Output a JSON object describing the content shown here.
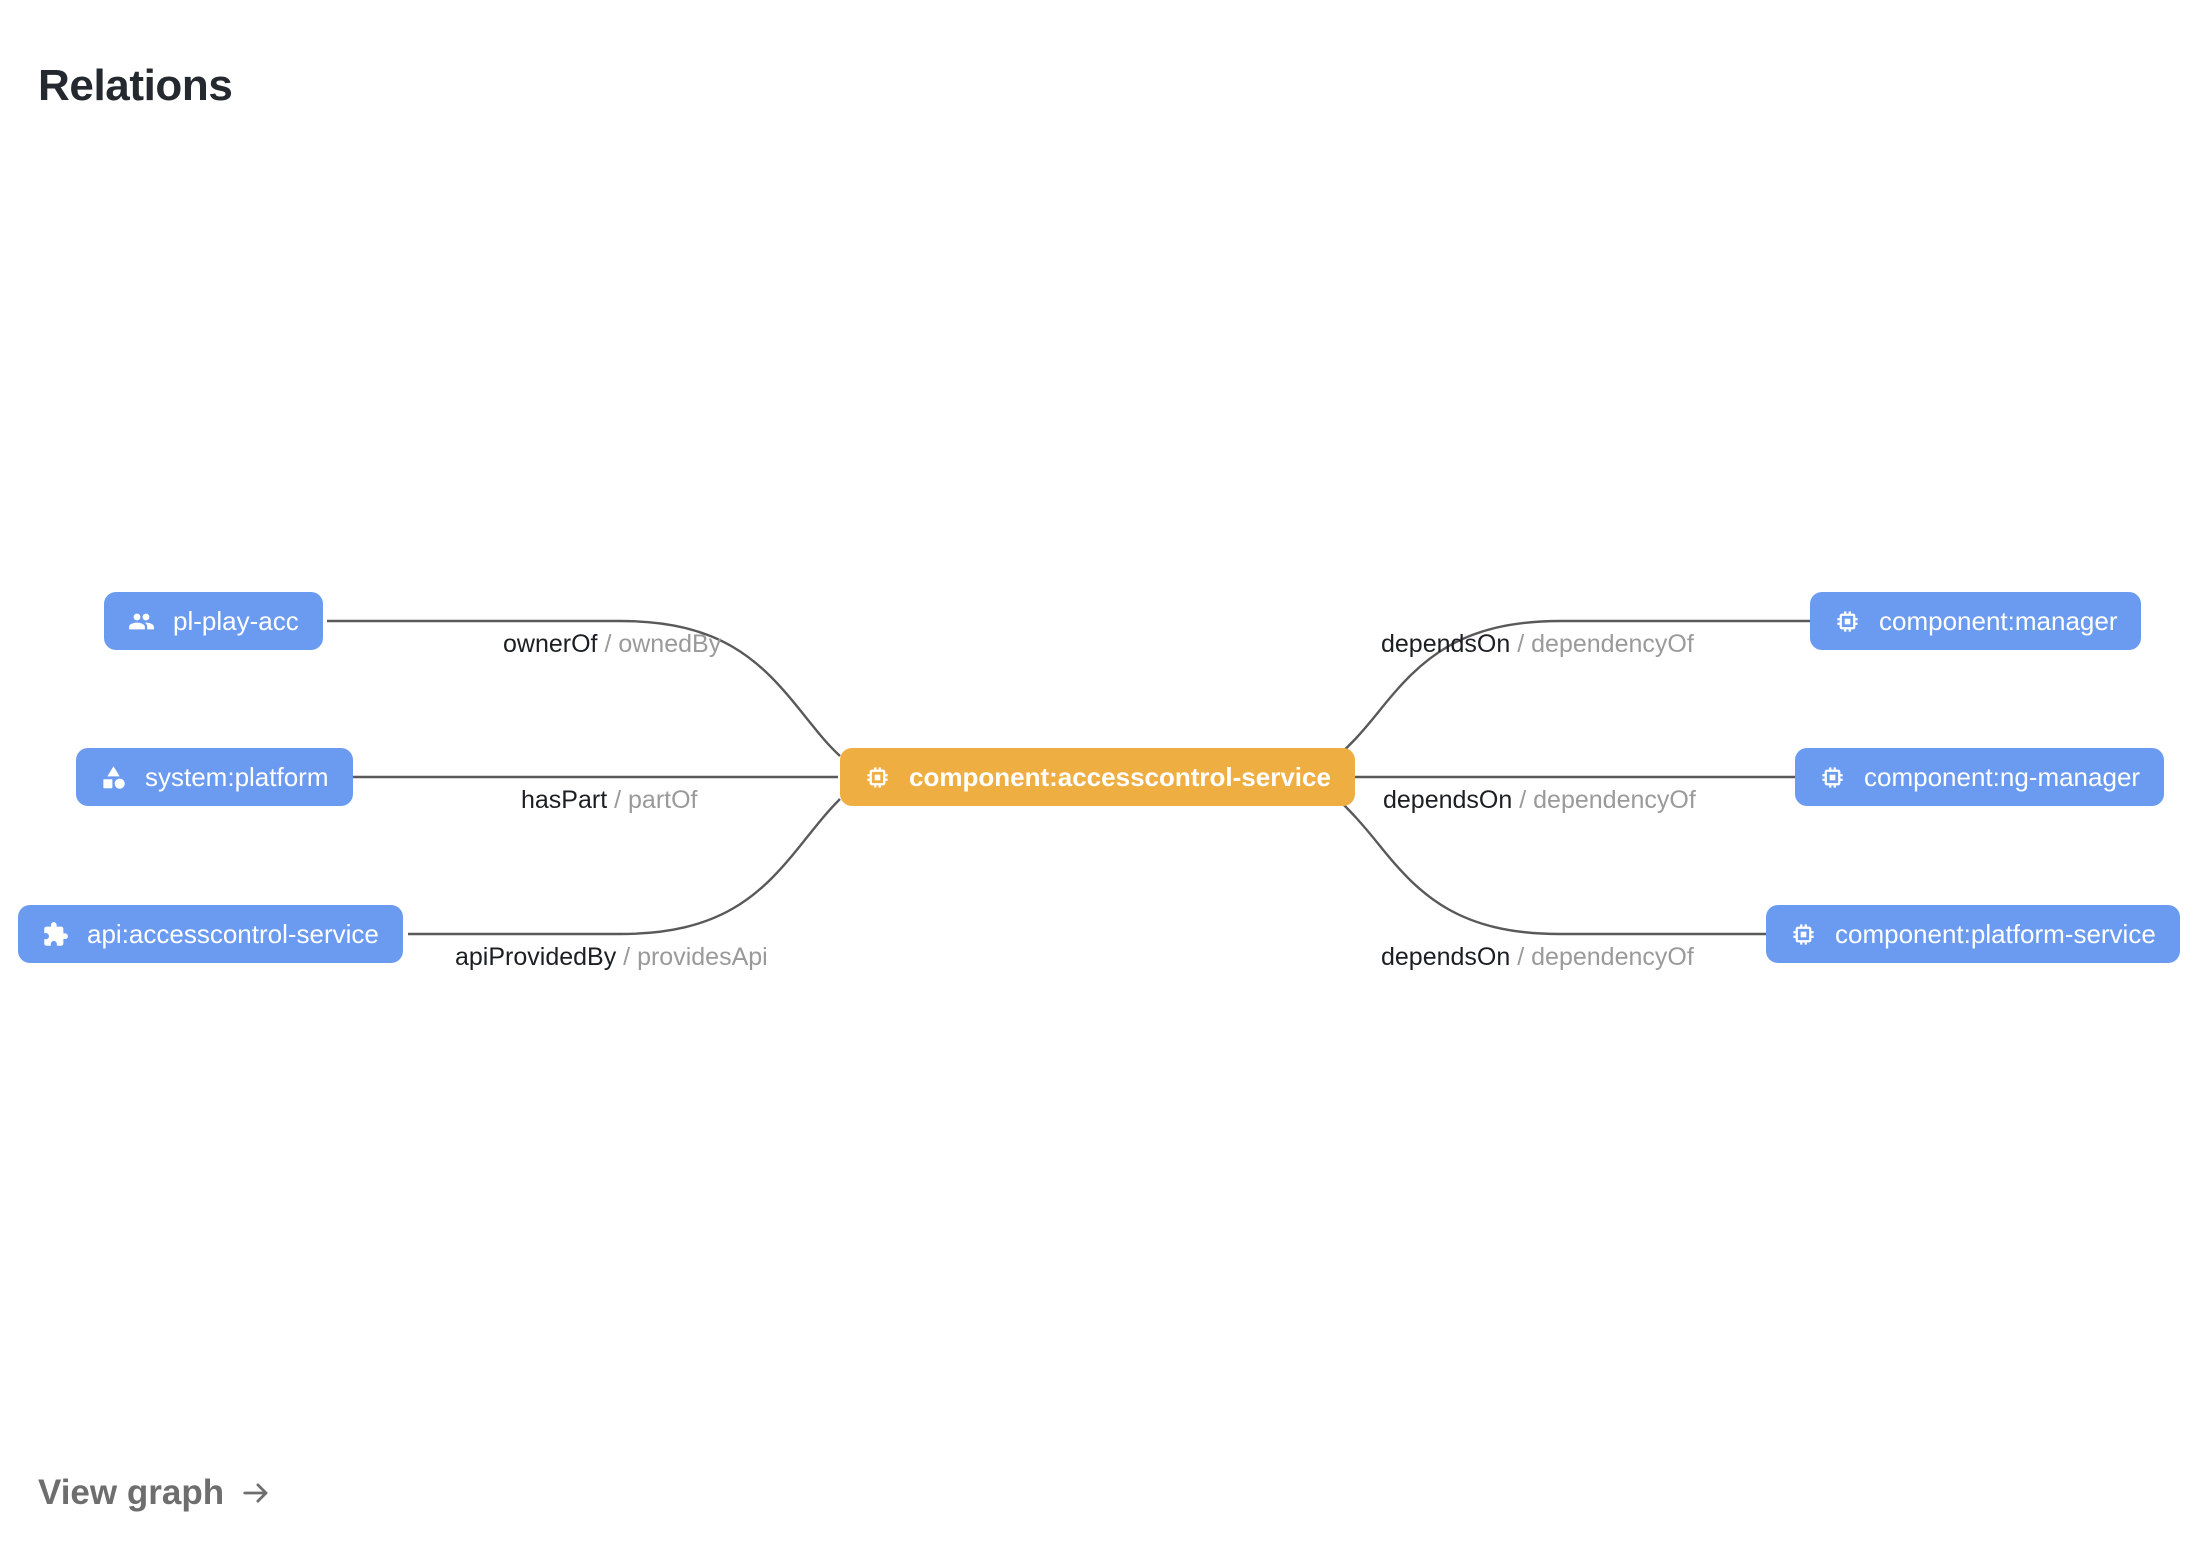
{
  "header": {
    "title": "Relations"
  },
  "footer": {
    "view_graph_label": "View graph",
    "view_graph_icon": "arrow-right-icon"
  },
  "colors": {
    "node_blue": "#6b9bf0",
    "node_orange": "#efae41",
    "node_text": "#ffffff",
    "edge_stroke": "#595959",
    "label_primary": "#1b1f23",
    "label_secondary": "#9a9a9a",
    "title": "#24292f",
    "link": "#6e6e6e",
    "background": "#ffffff"
  },
  "graph": {
    "center_node": {
      "id": "component:accesscontrol-service",
      "label": "component:accesscontrol-service",
      "icon": "chip-icon",
      "kind": "component",
      "color": "#efae41",
      "highlighted": true
    },
    "left_nodes": [
      {
        "id": "pl-play-acc",
        "label": "pl-play-acc",
        "icon": "group-icon",
        "kind": "group",
        "color": "#6b9bf0"
      },
      {
        "id": "system:platform",
        "label": "system:platform",
        "icon": "category-icon",
        "kind": "system",
        "color": "#6b9bf0"
      },
      {
        "id": "api:accesscontrol-service",
        "label": "api:accesscontrol-service",
        "icon": "puzzle-icon",
        "kind": "api",
        "color": "#6b9bf0"
      }
    ],
    "right_nodes": [
      {
        "id": "component:manager",
        "label": "component:manager",
        "icon": "chip-icon",
        "kind": "component",
        "color": "#6b9bf0"
      },
      {
        "id": "component:ng-manager",
        "label": "component:ng-manager",
        "icon": "chip-icon",
        "kind": "component",
        "color": "#6b9bf0"
      },
      {
        "id": "component:platform-service",
        "label": "component:platform-service",
        "icon": "chip-icon",
        "kind": "component",
        "color": "#6b9bf0"
      }
    ],
    "edges": [
      {
        "from": "pl-play-acc",
        "to": "component:accesscontrol-service",
        "forward": "ownerOf",
        "separator": "/",
        "reverse": "ownedBy"
      },
      {
        "from": "system:platform",
        "to": "component:accesscontrol-service",
        "forward": "hasPart",
        "separator": "/",
        "reverse": "partOf"
      },
      {
        "from": "api:accesscontrol-service",
        "to": "component:accesscontrol-service",
        "forward": "apiProvidedBy",
        "separator": "/",
        "reverse": "providesApi"
      },
      {
        "from": "component:accesscontrol-service",
        "to": "component:manager",
        "forward": "dependsOn",
        "separator": "/",
        "reverse": "dependencyOf"
      },
      {
        "from": "component:accesscontrol-service",
        "to": "component:ng-manager",
        "forward": "dependsOn",
        "separator": "/",
        "reverse": "dependencyOf"
      },
      {
        "from": "component:accesscontrol-service",
        "to": "component:platform-service",
        "forward": "dependsOn",
        "separator": "/",
        "reverse": "dependencyOf"
      }
    ]
  }
}
